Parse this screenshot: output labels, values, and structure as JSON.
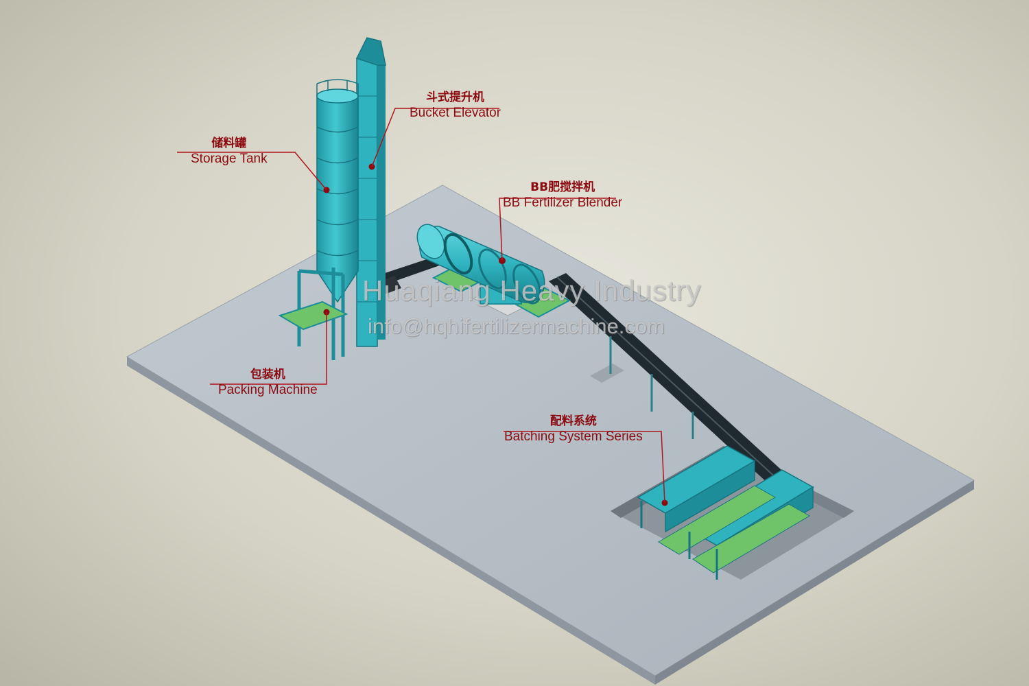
{
  "callouts": {
    "bucket_elevator": {
      "zh": "斗式提升机",
      "en": "Bucket Elevator"
    },
    "storage_tank": {
      "zh": "储料罐",
      "en": "Storage Tank"
    },
    "bb_blender": {
      "zh": "BB肥搅拌机",
      "en": "BB Fertilizer Blender"
    },
    "packing_machine": {
      "zh": "包装机",
      "en": "Packing Machine"
    },
    "batching_system": {
      "zh": "配料系统",
      "en": "Batching System Series"
    }
  },
  "watermark": {
    "company": "Huaqiang Heavy Industry",
    "email": "info@hqhifertilizermachine.com"
  },
  "colors": {
    "equipment_teal": "#2fb3bf",
    "equipment_dark": "#1d8e99",
    "platform": "#b6bec6",
    "conveyor": "#1f2a30",
    "base_green": "#6fc46a",
    "label_red": "#8b0a10",
    "leader_red": "#b0141c"
  }
}
